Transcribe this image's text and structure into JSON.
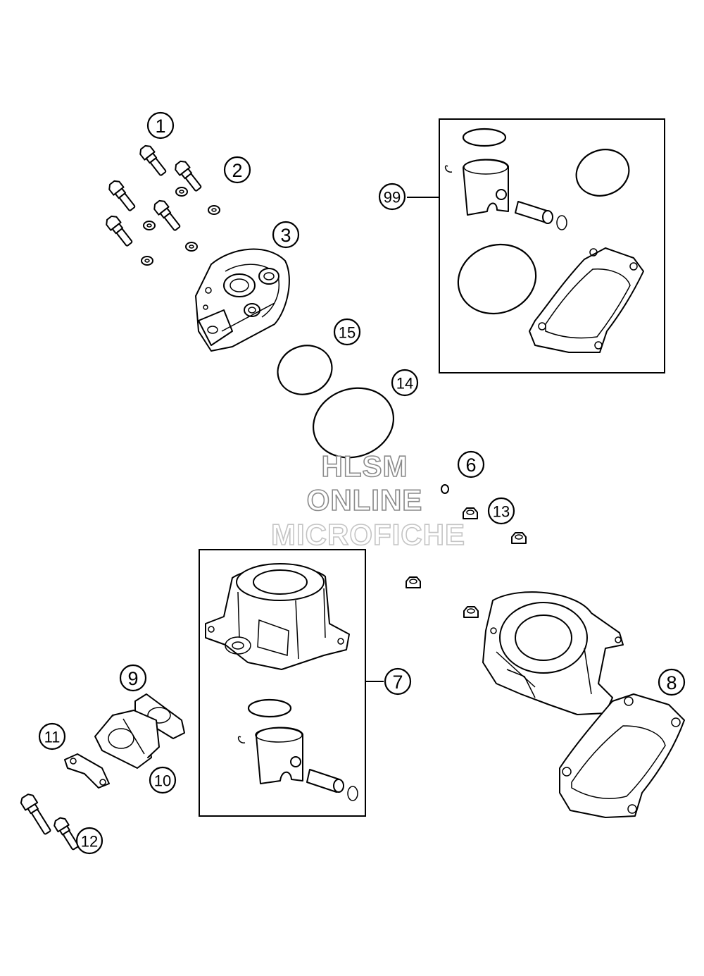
{
  "watermark": {
    "line1": "HLSM",
    "line2": "ONLINE",
    "line3": "MICROFICHE"
  },
  "callouts": [
    {
      "id": "c1",
      "label": "1"
    },
    {
      "id": "c2",
      "label": "2"
    },
    {
      "id": "c3",
      "label": "3"
    },
    {
      "id": "c6",
      "label": "6"
    },
    {
      "id": "c7",
      "label": "7"
    },
    {
      "id": "c8",
      "label": "8"
    },
    {
      "id": "c9",
      "label": "9"
    },
    {
      "id": "c10",
      "label": "10"
    },
    {
      "id": "c11",
      "label": "11"
    },
    {
      "id": "c12",
      "label": "12"
    },
    {
      "id": "c13",
      "label": "13"
    },
    {
      "id": "c14",
      "label": "14"
    },
    {
      "id": "c15",
      "label": "15"
    },
    {
      "id": "c99",
      "label": "99"
    }
  ]
}
